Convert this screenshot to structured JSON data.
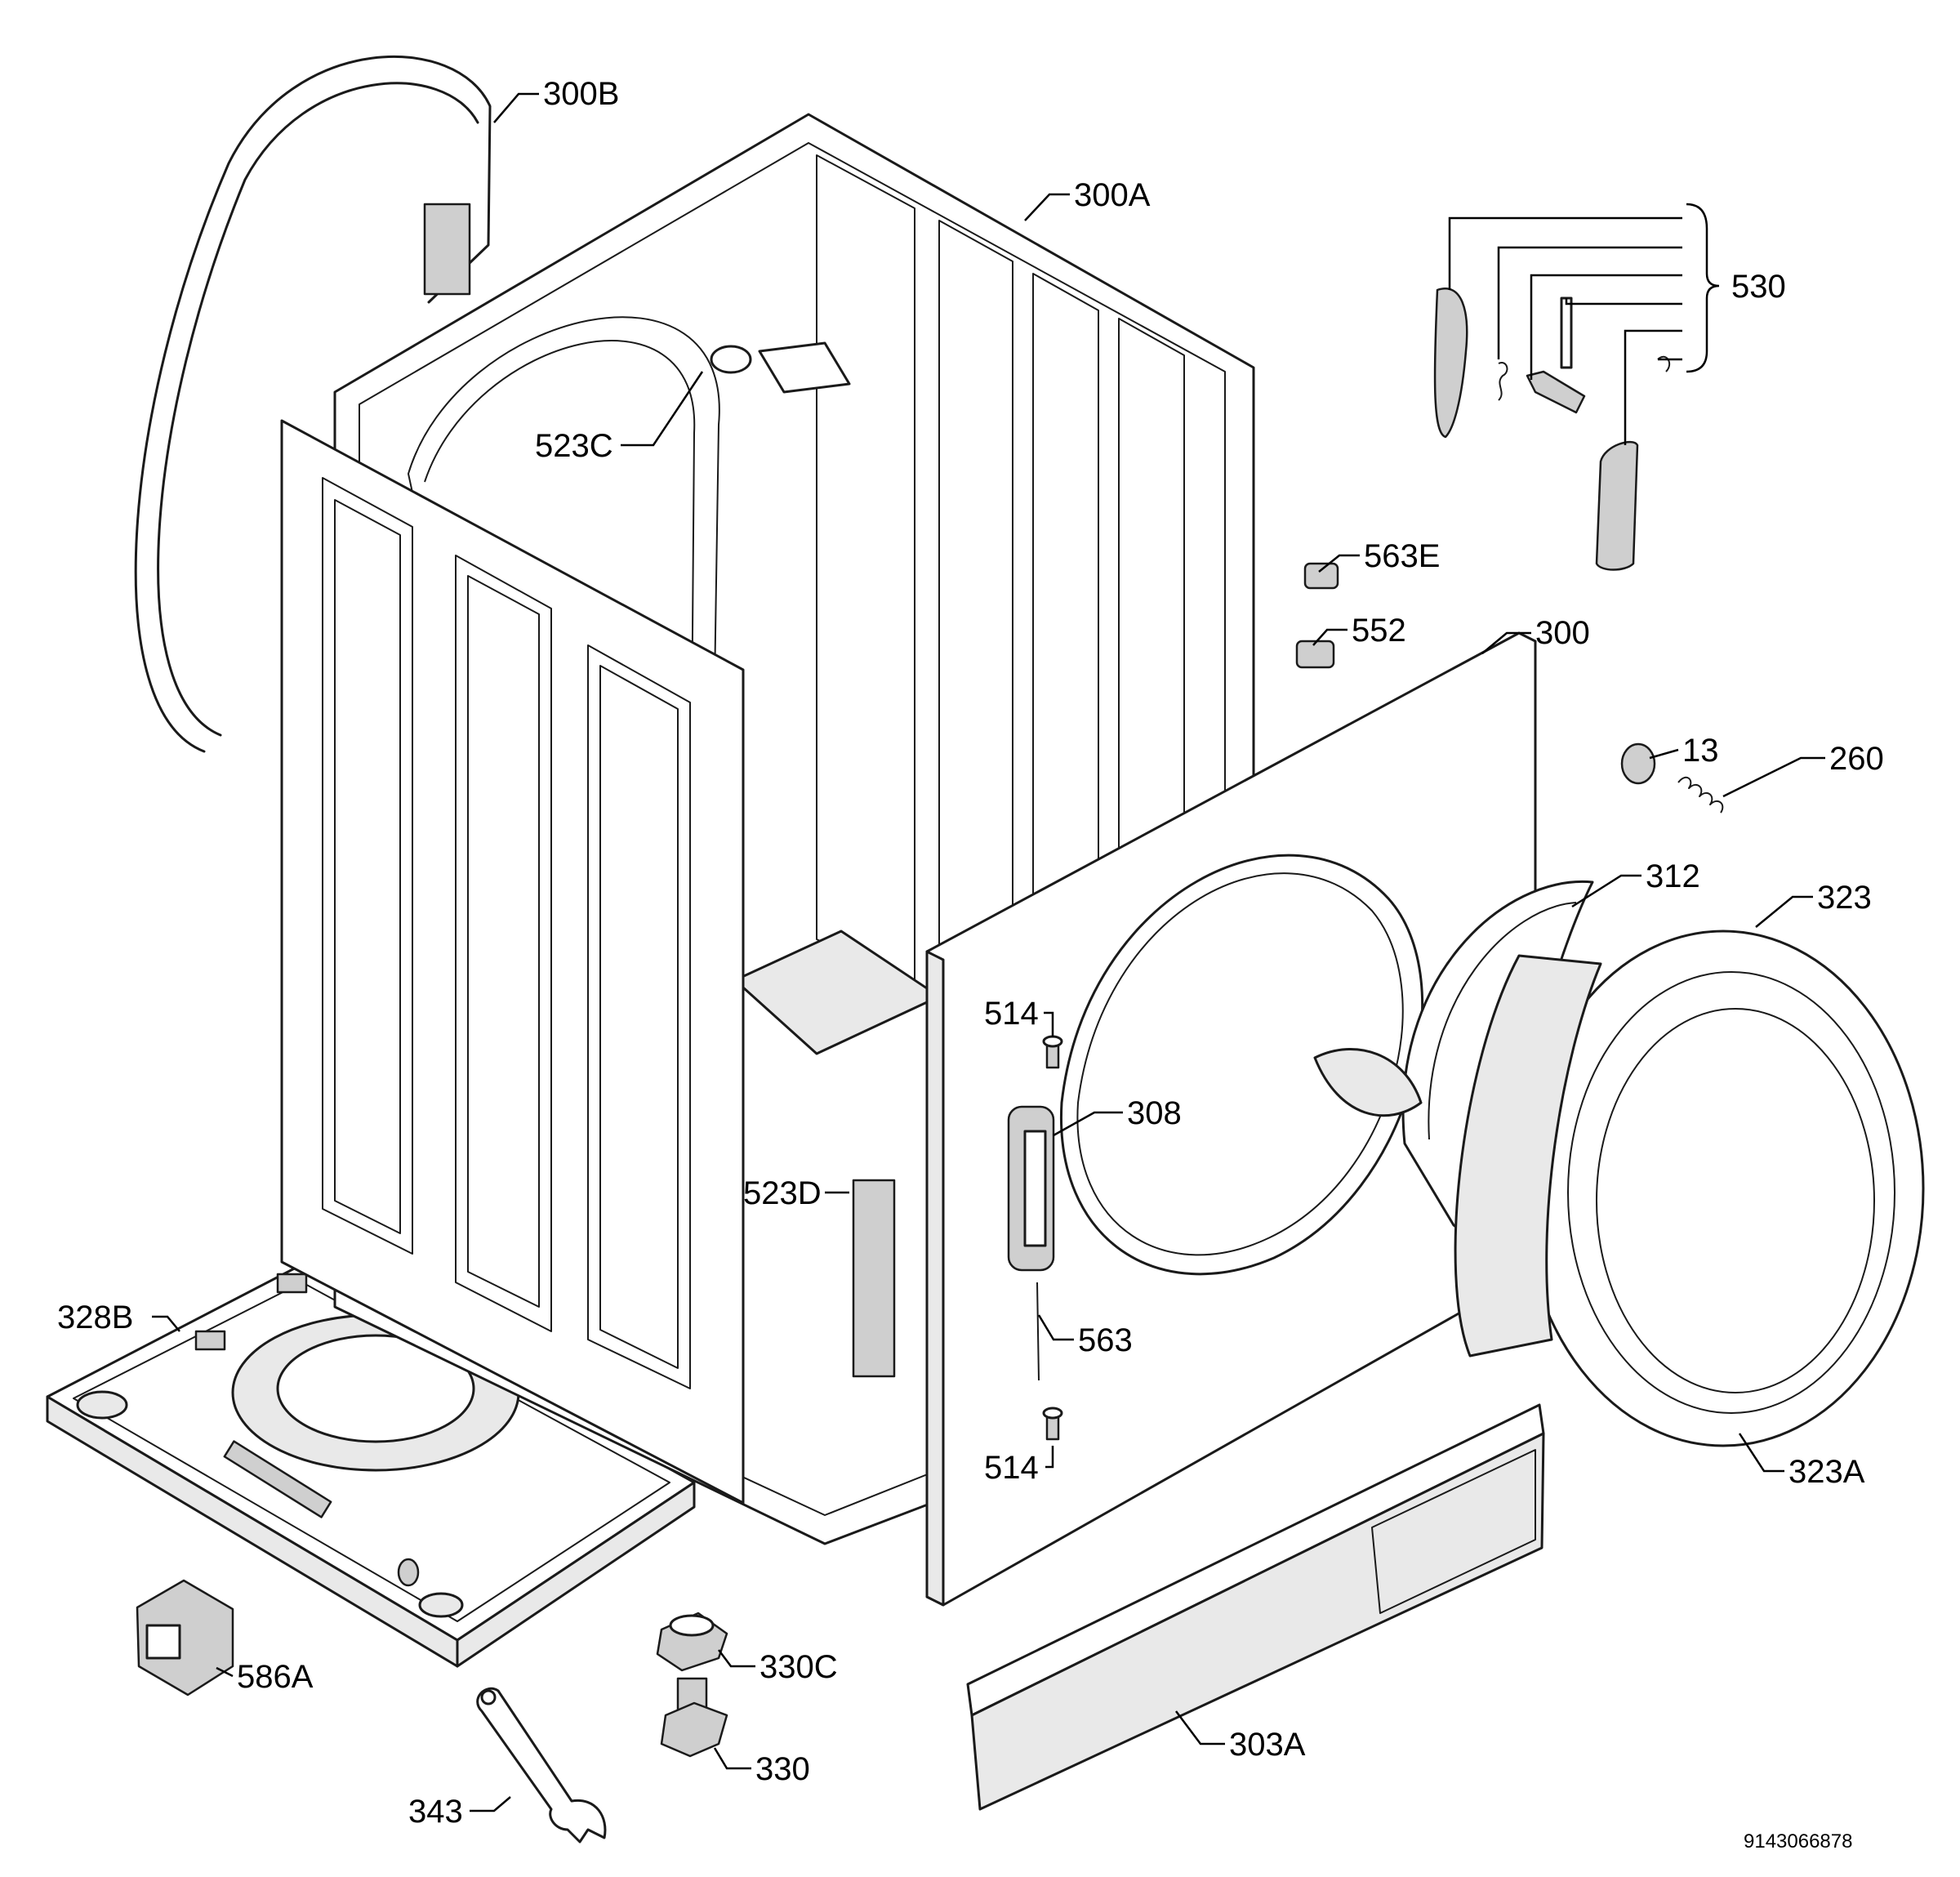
{
  "labels": {
    "p300B": "300B",
    "p300A": "300A",
    "p530": "530",
    "p523C": "523C",
    "p563E": "563E",
    "p552": "552",
    "p300": "300",
    "p13": "13",
    "p260": "260",
    "p312": "312",
    "p323": "323",
    "p514a": "514",
    "p308": "308",
    "p523D": "523D",
    "p328B": "328B",
    "p563": "563",
    "p514b": "514",
    "p323A": "323A",
    "p586A": "586A",
    "p330C": "330C",
    "p330": "330",
    "p303A": "303A",
    "p343": "343"
  },
  "drawing_number": "9143066878"
}
